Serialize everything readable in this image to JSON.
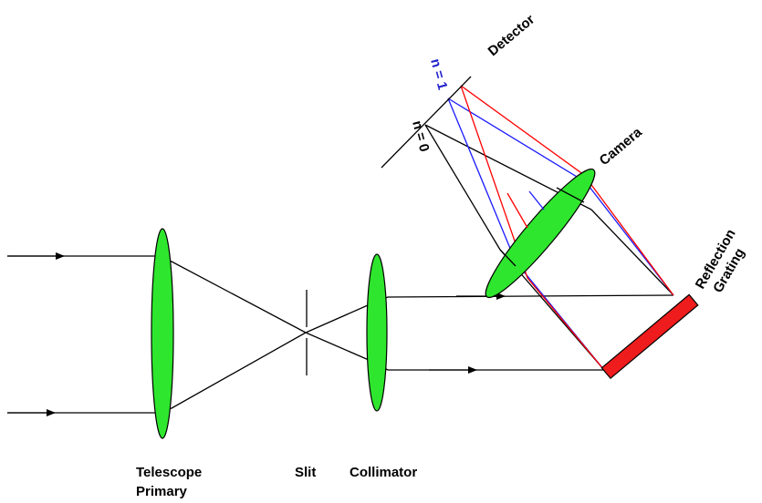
{
  "labels": {
    "telescope_line1": "Telescope",
    "telescope_line2": "Primary",
    "slit": "Slit",
    "collimator": "Collimator",
    "camera": "Camera",
    "detector": "Detector",
    "grating_line1": "Reflection",
    "grating_line2": "Grating",
    "order_zero": "n = 0",
    "order_one": "n = 1"
  },
  "colors": {
    "lens_fill": "#2ee62e",
    "grating_fill": "#ee1c1c",
    "ray_black": "#000000",
    "ray_red": "#ff0000",
    "ray_blue": "#1a1aff",
    "order_one_text": "#2222cc"
  }
}
